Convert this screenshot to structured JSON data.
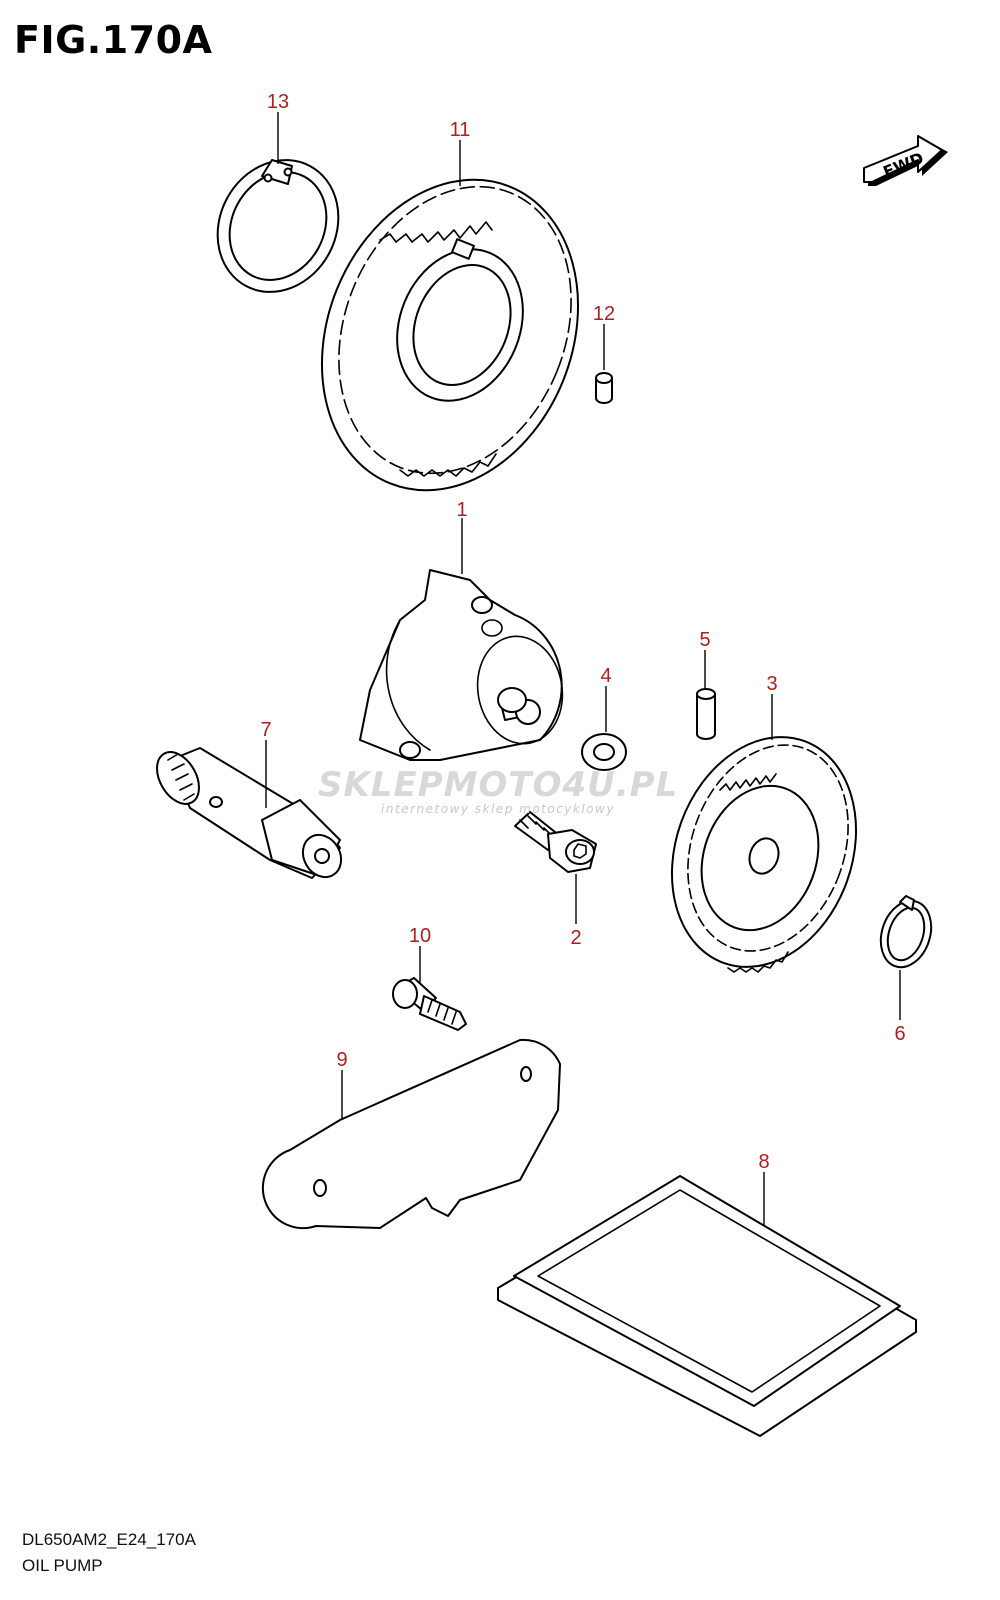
{
  "figure": {
    "title": "FIG.170A"
  },
  "fwd_label": "FWD",
  "watermark": {
    "brand": "SKLEPMOTO4U.PL",
    "tagline": "internetowy sklep motocyklowy"
  },
  "callouts": [
    "1",
    "2",
    "3",
    "4",
    "5",
    "6",
    "7",
    "8",
    "9",
    "10",
    "11",
    "12",
    "13"
  ],
  "footer": {
    "model_code": "DL650AM2_E24_170A",
    "caption": "OIL PUMP"
  }
}
